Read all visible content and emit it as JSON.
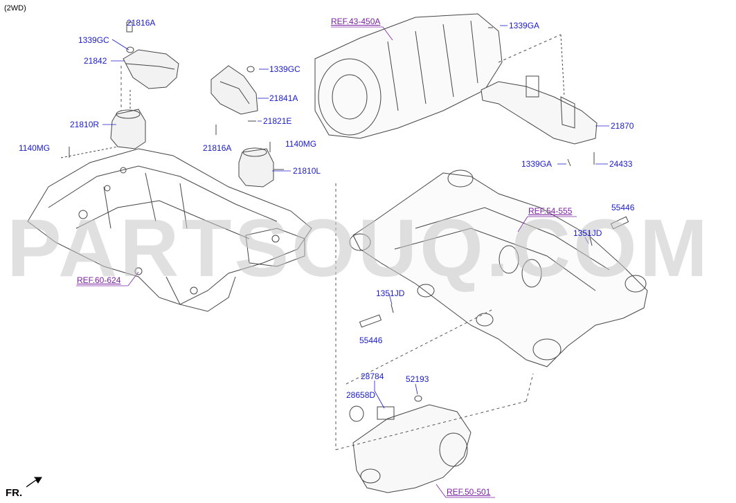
{
  "header": {
    "variant": "(2WD)"
  },
  "watermark": "PARTSOUQ.COM",
  "orientation": {
    "label": "FR."
  },
  "part_labels": {
    "p21816A_top": "21816A",
    "p1339GC_left": "1339GC",
    "p21842": "21842",
    "p21810R": "21810R",
    "p1140MG_left": "1140MG",
    "p1339GC_mid": "1339GC",
    "p21841A": "21841A",
    "p21821E": "21821E",
    "p21816A_mid": "21816A",
    "p1140MG_mid": "1140MG",
    "p21810L": "21810L",
    "p1339GA_top": "1339GA",
    "p21870": "21870",
    "p1339GA_bot": "1339GA",
    "p24433": "24433",
    "p55446_right": "55446",
    "p1351JD_right": "1351JD",
    "p1351JD_left": "1351JD",
    "p55446_left": "55446",
    "p28784": "28784",
    "p52193": "52193",
    "p28658D": "28658D"
  },
  "references": {
    "transmission": "REF.43-450A",
    "subframe_rear": "REF.54-555",
    "subframe_front": "REF.60-624",
    "differential": "REF.50-501"
  },
  "colors": {
    "label": "#1a1acc",
    "reference": "#7a1fa2",
    "linework": "#444444",
    "watermark": "#c8c8c8"
  }
}
